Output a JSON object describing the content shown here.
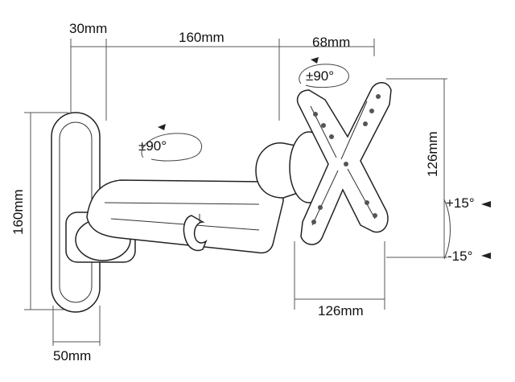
{
  "labels": {
    "width_top_left": "30mm",
    "arm_length": "160mm",
    "plate_width_top": "68mm",
    "rotation_upper": "±90°",
    "rotation_arm": "±90°",
    "plate_height": "126mm",
    "wall_plate_height": "160mm",
    "tilt_up": "+15°",
    "tilt_down": "-15°",
    "plate_width_bottom": "126mm",
    "wall_plate_width": "50mm"
  }
}
